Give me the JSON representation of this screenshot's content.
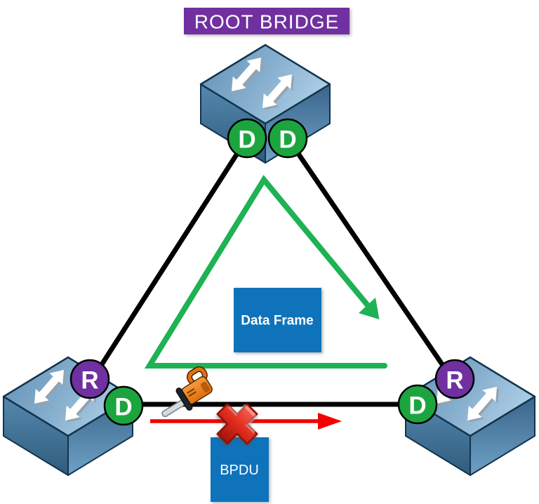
{
  "title": {
    "label": "ROOT BRIDGE"
  },
  "ports": {
    "root_a": {
      "label": "D",
      "role": "designated"
    },
    "root_b": {
      "label": "D",
      "role": "designated"
    },
    "left_r": {
      "label": "R",
      "role": "root"
    },
    "left_d": {
      "label": "D",
      "role": "designated"
    },
    "right_r": {
      "label": "R",
      "role": "root"
    },
    "right_d": {
      "label": "D",
      "role": "designated"
    }
  },
  "boxes": {
    "data_frame": {
      "label": "Data Frame"
    },
    "bpdu": {
      "label": "BPDU"
    }
  },
  "colors": {
    "root_purple": "#7030A0",
    "designated_green": "#1CA53F",
    "flow_green": "#1EB254",
    "link_black": "#000000",
    "blocked_red": "#F40000",
    "box_blue": "#0F73BB"
  },
  "icons": {
    "switch": "network-switch-3d",
    "chainsaw": "chainsaw",
    "blocked_cross": "red-x"
  }
}
